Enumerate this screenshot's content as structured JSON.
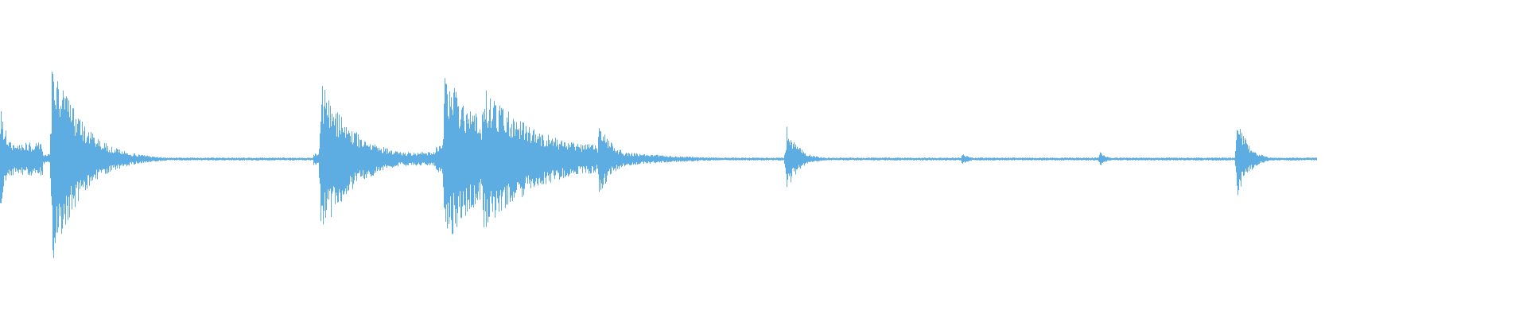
{
  "waveform": {
    "color": "#5dade2",
    "background": "#ffffff",
    "duration_fraction": 0.862,
    "baseline_level": 0.006,
    "segments": [
      {
        "from": 0.0,
        "to": 0.028,
        "level": 0.13
      },
      {
        "from": 0.028,
        "to": 0.06,
        "level": 0.04
      },
      {
        "from": 0.06,
        "to": 0.205,
        "level": 0.012
      },
      {
        "from": 0.205,
        "to": 0.215,
        "level": 0.05
      },
      {
        "from": 0.215,
        "to": 0.285,
        "level": 0.055
      },
      {
        "from": 0.285,
        "to": 0.29,
        "level": 0.12
      },
      {
        "from": 0.29,
        "to": 0.36,
        "level": 0.06
      },
      {
        "from": 0.36,
        "to": 0.39,
        "level": 0.12
      },
      {
        "from": 0.39,
        "to": 0.395,
        "level": 0.03
      },
      {
        "from": 0.395,
        "to": 1.0,
        "level": 0.012
      }
    ],
    "transients": [
      {
        "position": 0.0,
        "peak": 0.42,
        "decay": 0.006
      },
      {
        "position": 0.034,
        "peak": 0.88,
        "decay": 0.018
      },
      {
        "position": 0.21,
        "peak": 0.62,
        "decay": 0.022
      },
      {
        "position": 0.291,
        "peak": 0.72,
        "decay": 0.03
      },
      {
        "position": 0.316,
        "peak": 0.57,
        "decay": 0.04
      },
      {
        "position": 0.392,
        "peak": 0.3,
        "decay": 0.01
      },
      {
        "position": 0.515,
        "peak": 0.26,
        "decay": 0.008
      },
      {
        "position": 0.63,
        "peak": 0.05,
        "decay": 0.005
      },
      {
        "position": 0.72,
        "peak": 0.06,
        "decay": 0.005
      },
      {
        "position": 0.81,
        "peak": 0.34,
        "decay": 0.007
      }
    ]
  }
}
